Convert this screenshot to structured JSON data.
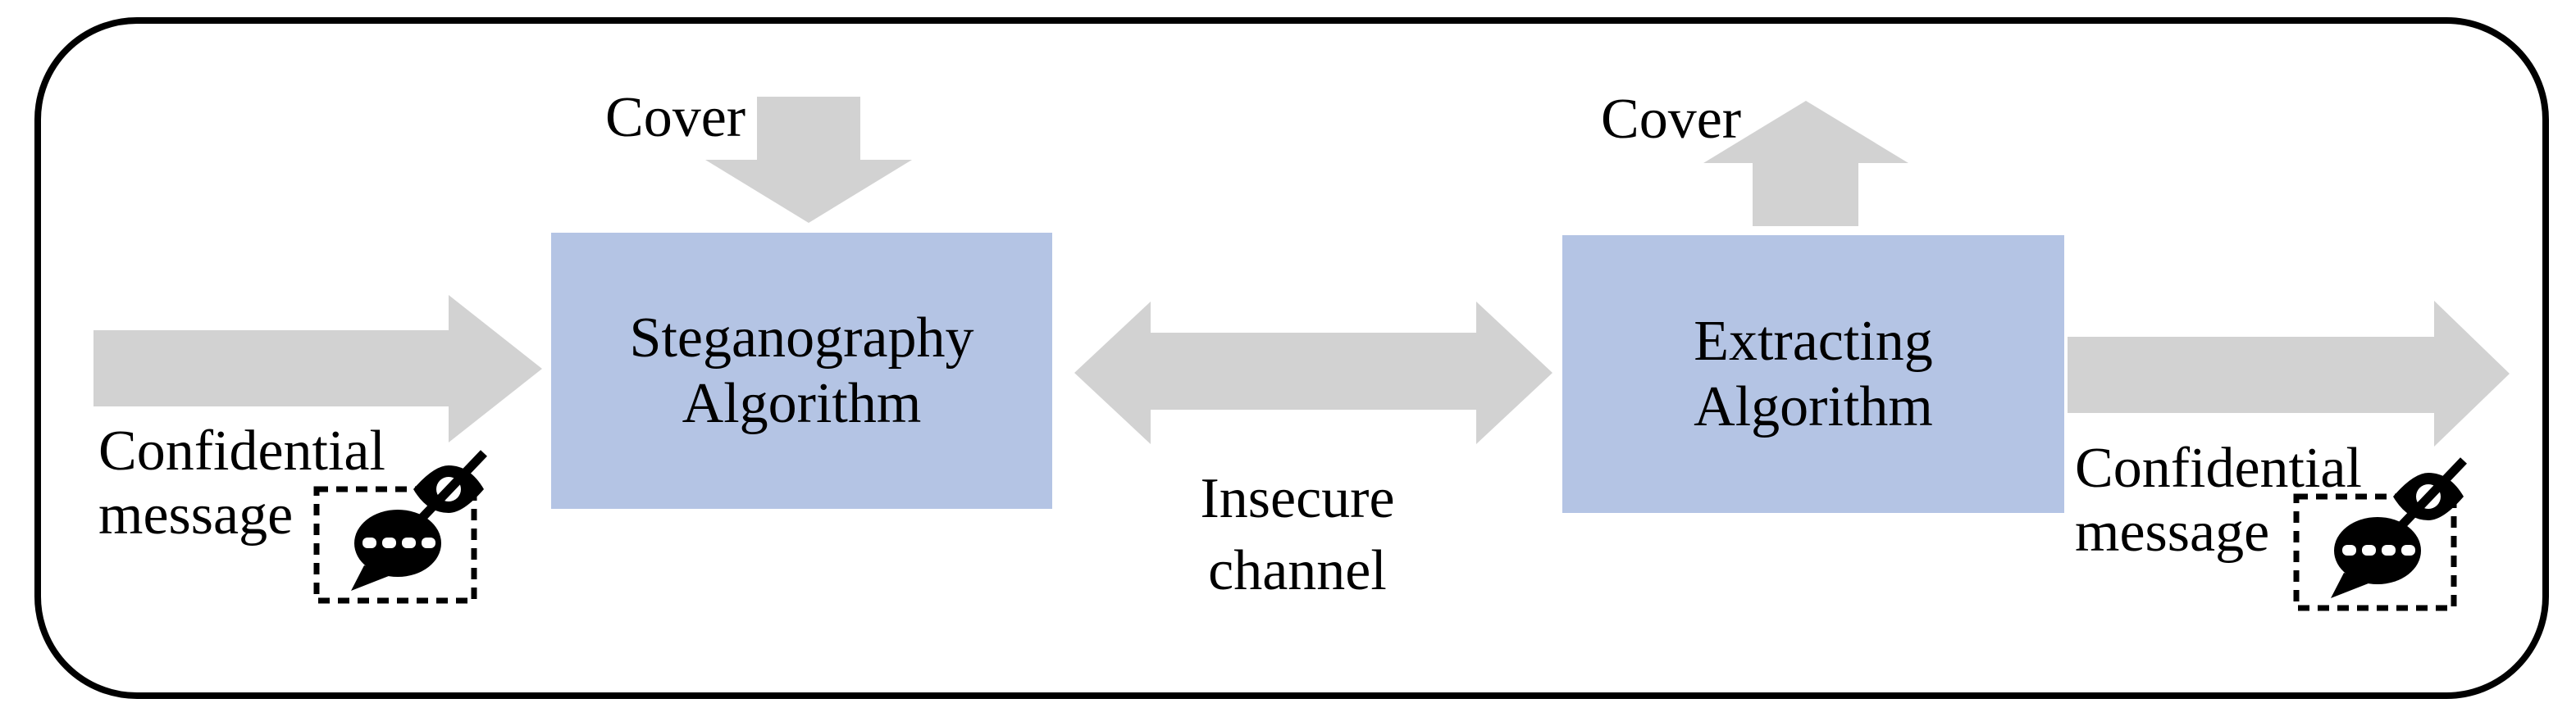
{
  "colors": {
    "background": "#ffffff",
    "frame_border": "#000000",
    "box_fill": "#b4c4e4",
    "arrow_fill": "#d2d2d2",
    "text": "#000000",
    "icon": "#000000"
  },
  "flow": {
    "confidential_left": {
      "lines": [
        "Confidential",
        "message"
      ]
    },
    "cover_left": "Cover",
    "steganography_box": {
      "lines": [
        "Steganography",
        "Algorithm"
      ]
    },
    "insecure_channel": {
      "lines": [
        "Insecure",
        "channel"
      ]
    },
    "extracting_box": {
      "lines": [
        "Extracting",
        "Algorithm"
      ]
    },
    "cover_right": "Cover",
    "confidential_right": {
      "lines": [
        "Confidential",
        "message"
      ]
    }
  },
  "icons": {
    "left": "hidden-message-icon",
    "right": "hidden-message-icon",
    "arrow_in": "right-block-arrow",
    "arrow_cover_in": "down-block-arrow",
    "arrow_channel": "double-headed-block-arrow",
    "arrow_cover_out": "up-block-arrow",
    "arrow_out": "right-block-arrow"
  }
}
